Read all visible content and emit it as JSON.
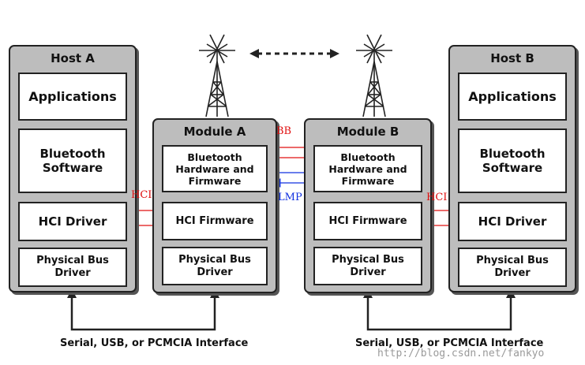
{
  "host_a": {
    "title": "Host A",
    "applications": "Applications",
    "bluetooth_software": "Bluetooth\nSoftware",
    "hci_driver": "HCI Driver",
    "physical_bus_driver": "Physical Bus\nDriver"
  },
  "module_a": {
    "title": "Module A",
    "bt_hw_fw": "Bluetooth\nHardware and\nFirmware",
    "hci_firmware": "HCI Firmware",
    "physical_bus_driver": "Physical Bus\nDriver"
  },
  "module_b": {
    "title": "Module B",
    "bt_hw_fw": "Bluetooth\nHardware and\nFirmware",
    "hci_firmware": "HCI Firmware",
    "physical_bus_driver": "Physical Bus\nDriver"
  },
  "host_b": {
    "title": "Host B",
    "applications": "Applications",
    "bluetooth_software": "Bluetooth\nSoftware",
    "hci_driver": "HCI Driver",
    "physical_bus_driver": "Physical Bus\nDriver"
  },
  "protocols": {
    "bb": "BB",
    "lmp": "LMP",
    "hci_left": "HCI",
    "hci_right": "HCI"
  },
  "interfaces": {
    "left": "Serial, USB, or PCMCIA Interface",
    "right": "Serial, USB, or PCMCIA Interface"
  },
  "watermark": "http://blog.csdn.net/fankyo",
  "colors": {
    "panel": "#bdbdbd",
    "box": "#ffffff",
    "line": "#222222",
    "red_arrow": "#e01010",
    "blue_arrow": "#1030e0"
  }
}
